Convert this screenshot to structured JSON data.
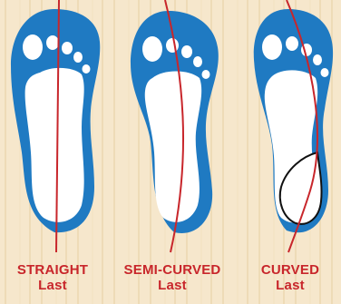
{
  "colors": {
    "background": "#f6e7cc",
    "sole_fill": "#1f7ac2",
    "insole_fill": "#ffffff",
    "last_line": "#c8262b",
    "label_text": "#c8262b",
    "heel_highlight_stroke": "#111111"
  },
  "lasts": [
    {
      "name": "STRAIGHT",
      "suffix": "Last"
    },
    {
      "name": "SEMI-CURVED",
      "suffix": "Last"
    },
    {
      "name": "CURVED",
      "suffix": "Last"
    }
  ]
}
